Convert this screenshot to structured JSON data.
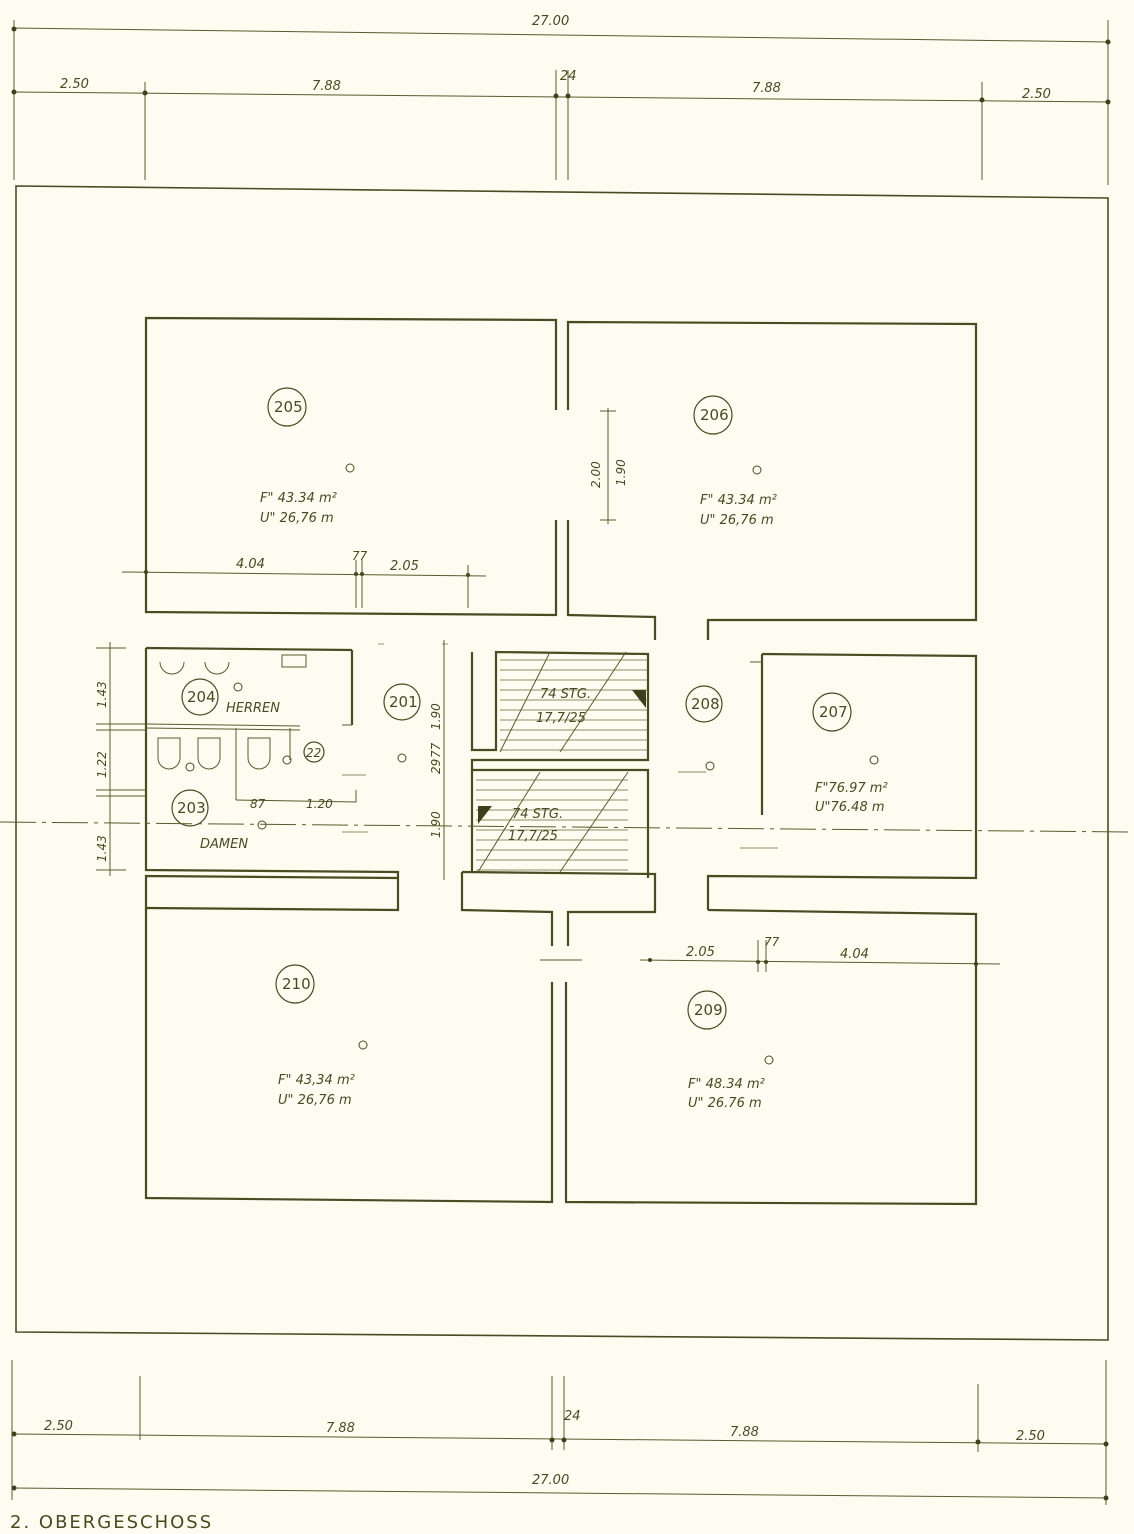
{
  "title": "2. OBERGESCHOSS",
  "top_dims": {
    "total": "27.00",
    "segments": [
      "2.50",
      "7.88",
      "24",
      "7.88",
      "2.50"
    ]
  },
  "bottom_dims": {
    "total": "27.00",
    "segments": [
      "2.50",
      "7.88",
      "24",
      "7.88",
      "2.50"
    ]
  },
  "rooms": [
    {
      "number": "205",
      "area": "F\" 43.34 m²",
      "perimeter": "U\" 26,76 m"
    },
    {
      "number": "206",
      "area": "F\" 43.34 m²",
      "perimeter": "U\" 26,76 m"
    },
    {
      "number": "207",
      "area": "F\"76.97 m²",
      "perimeter": "U\"76.48 m"
    },
    {
      "number": "209",
      "area": "F\" 48.34 m²",
      "perimeter": "U\" 26.76 m"
    },
    {
      "number": "210",
      "area": "F\" 43,34 m²",
      "perimeter": "U\" 26,76 m"
    },
    {
      "number": "204",
      "label": "HERREN"
    },
    {
      "number": "203",
      "label": "DAMEN"
    },
    {
      "number": "201"
    },
    {
      "number": "208"
    },
    {
      "number": "22"
    }
  ],
  "stairs": [
    {
      "steps": "74 STG.",
      "ratio": "17,7/25"
    },
    {
      "steps": "74 STG.",
      "ratio": "17,7/25"
    }
  ],
  "inner_dims": {
    "room205_a": "4.04",
    "room205_b": "77",
    "room205_c": "2.05",
    "door_a": "2.00",
    "door_b": "1.90",
    "room209_a": "2.05",
    "room209_b": "77",
    "room209_c": "4.04",
    "left_1": "1.43",
    "left_2": "1.22",
    "left_3": "1.43",
    "wc_a": "87",
    "wc_b": "1.20",
    "stair_a": "1.90",
    "stair_b": "1.90",
    "stair_c": "77",
    "stair_d": "29"
  },
  "colors": {
    "ink": "#4b4b22",
    "paper": "#fdfcf1"
  }
}
